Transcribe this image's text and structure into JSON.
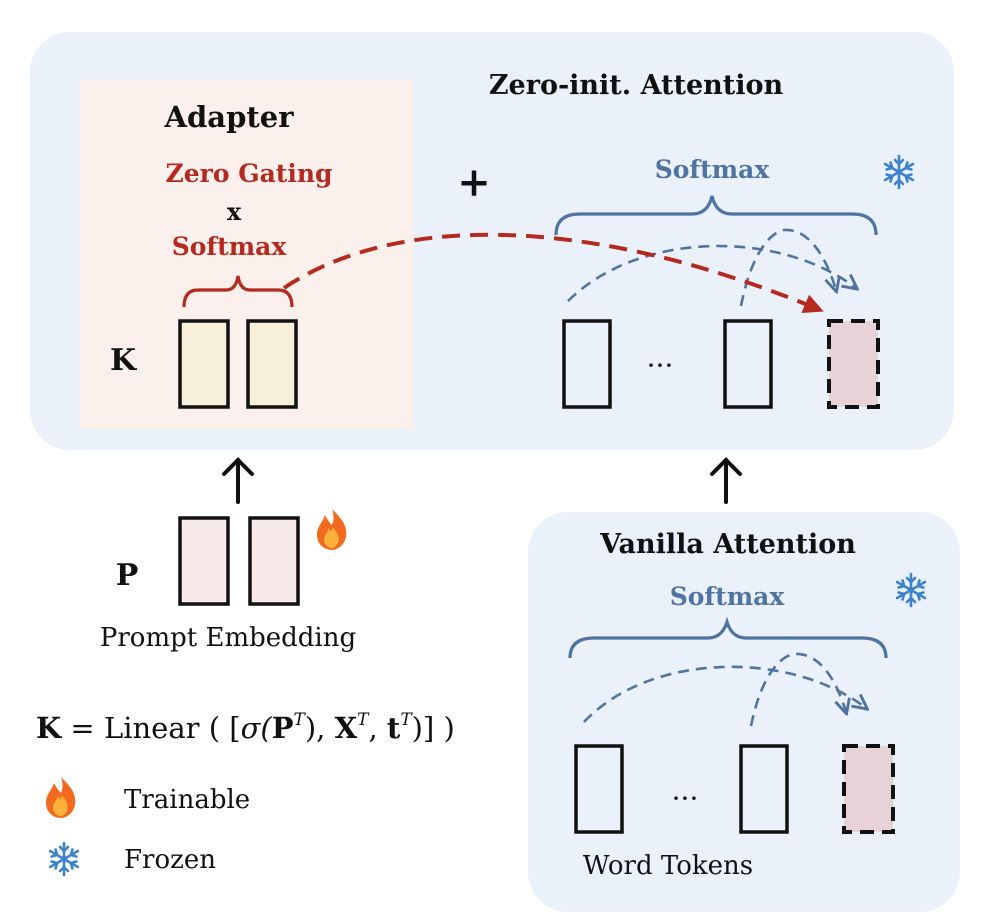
{
  "zero_init_panel": {
    "title": "Zero-init. Attention",
    "plus": "+",
    "softmax": "Softmax"
  },
  "adapter": {
    "title": "Adapter",
    "gating": "Zero Gating",
    "times": "x",
    "softmax": "Softmax",
    "k_label": "K"
  },
  "tokens": {
    "ellipsis": "···"
  },
  "prompt": {
    "p_label": "P",
    "caption": "Prompt Embedding"
  },
  "vanilla_panel": {
    "title": "Vanilla Attention",
    "softmax": "Softmax",
    "caption": "Word Tokens"
  },
  "formula": {
    "lhs": "K",
    "eq": " = Linear ",
    "open": "( [",
    "sigma": "σ(",
    "p": "P",
    "sup_t": "T",
    "close_sigma": "), ",
    "x": "X",
    "comma": ", ",
    "t": "t",
    "close": ")] )"
  },
  "legend": {
    "trainable": "Trainable",
    "frozen": "Frozen"
  },
  "colors": {
    "panel_bg": "#eaf1fa",
    "adapter_bg": "#fbf0ec",
    "red": "#b52a1e",
    "blue": "#4f74a1",
    "cream": "#f7efd9",
    "pink_box": "#f9eaea",
    "masked": "#e7d2d8",
    "snow": "#3c82cc"
  }
}
